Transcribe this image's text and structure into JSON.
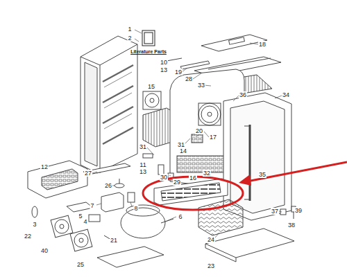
{
  "diagram": {
    "labels": [
      "1",
      "2",
      "Literature Parts",
      "18",
      "10",
      "13",
      "19",
      "28",
      "33",
      "36",
      "34",
      "15",
      "17",
      "20",
      "31",
      "14",
      "31",
      "11",
      "13",
      "30",
      "12",
      "27",
      "29",
      "32",
      "16",
      "35",
      "26",
      "7",
      "8",
      "3",
      "5",
      "4",
      "6",
      "22",
      "21",
      "40",
      "25",
      "37",
      "39",
      "38",
      "24",
      "23"
    ]
  }
}
